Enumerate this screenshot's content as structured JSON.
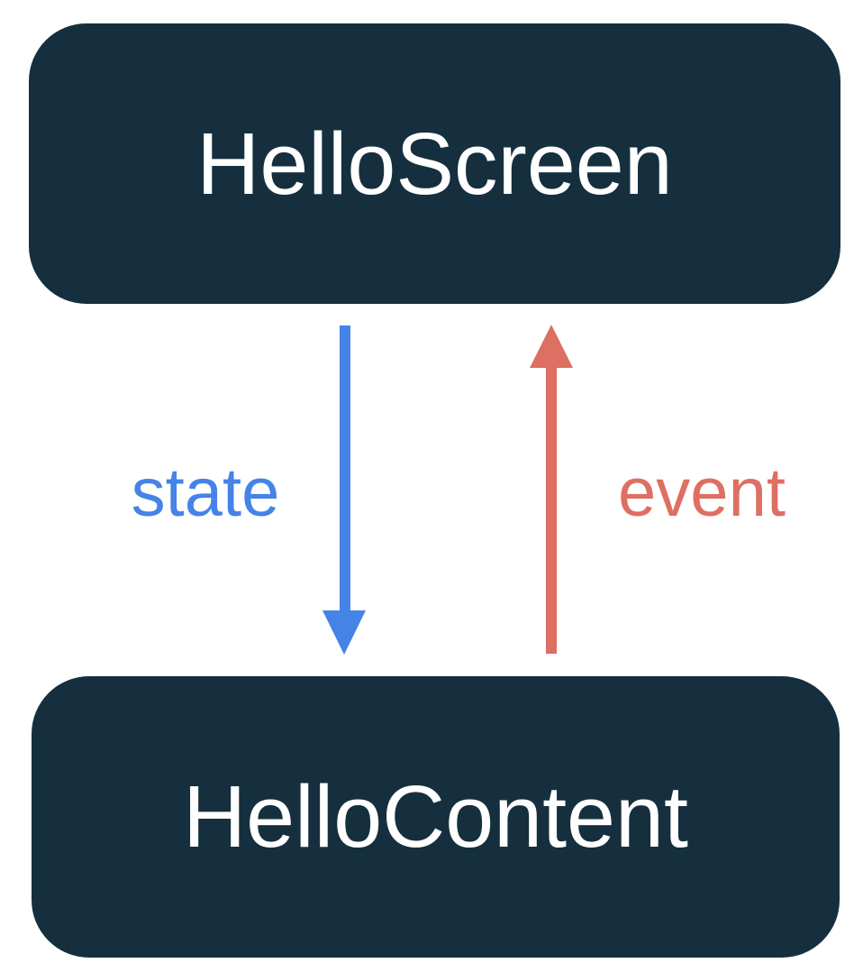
{
  "diagram": {
    "top_box": {
      "label": "HelloScreen"
    },
    "bottom_box": {
      "label": "HelloContent"
    },
    "state_arrow": {
      "label": "state",
      "direction": "down"
    },
    "event_arrow": {
      "label": "event",
      "direction": "up"
    },
    "colors": {
      "background": "#FFFFFF",
      "box_fill": "#152F3E",
      "box_text": "#FFFFFF",
      "state_color": "#4583E6",
      "event_color": "#DE6F63"
    }
  }
}
